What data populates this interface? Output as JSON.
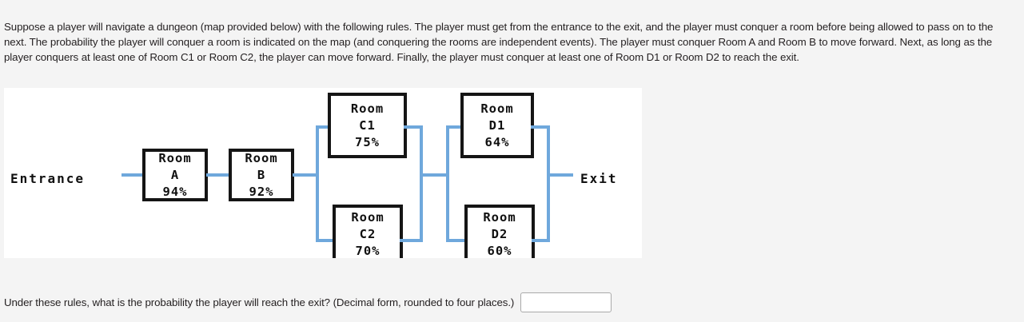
{
  "prompt": {
    "text": "Suppose a player will navigate a dungeon (map provided below) with the following rules. The player must get from the entrance to the exit, and the player must conquer a room before being allowed to pass on to the next. The probability the player will conquer a room is indicated on the map (and conquering the rooms are independent events). The player must conquer Room A and Room B to move forward. Next, as long as the player conquers at least one of Room C1 or Room C2, the player can move forward. Finally, the player must conquer at least one of Room D1 or Room D2 to reach the exit."
  },
  "diagram": {
    "entrance_label": "Entrance",
    "exit_label": "Exit",
    "wire_color": "#6fa8dc",
    "box_border_color": "#151515",
    "rooms": [
      {
        "id": "A",
        "name_line1": "Room",
        "name_line2": "A",
        "probability": "94%"
      },
      {
        "id": "B",
        "name_line1": "Room",
        "name_line2": "B",
        "probability": "92%"
      },
      {
        "id": "C1",
        "name_line1": "Room",
        "name_line2": "C1",
        "probability": "75%"
      },
      {
        "id": "C2",
        "name_line1": "Room",
        "name_line2": "C2",
        "probability": "70%"
      },
      {
        "id": "D1",
        "name_line1": "Room",
        "name_line2": "D1",
        "probability": "64%"
      },
      {
        "id": "D2",
        "name_line1": "Room",
        "name_line2": "D2",
        "probability": "60%"
      }
    ]
  },
  "question": {
    "text": "Under these rules, what is the probability the player will reach the exit? (Decimal form, rounded to four places.)",
    "answer_value": "",
    "answer_placeholder": ""
  }
}
